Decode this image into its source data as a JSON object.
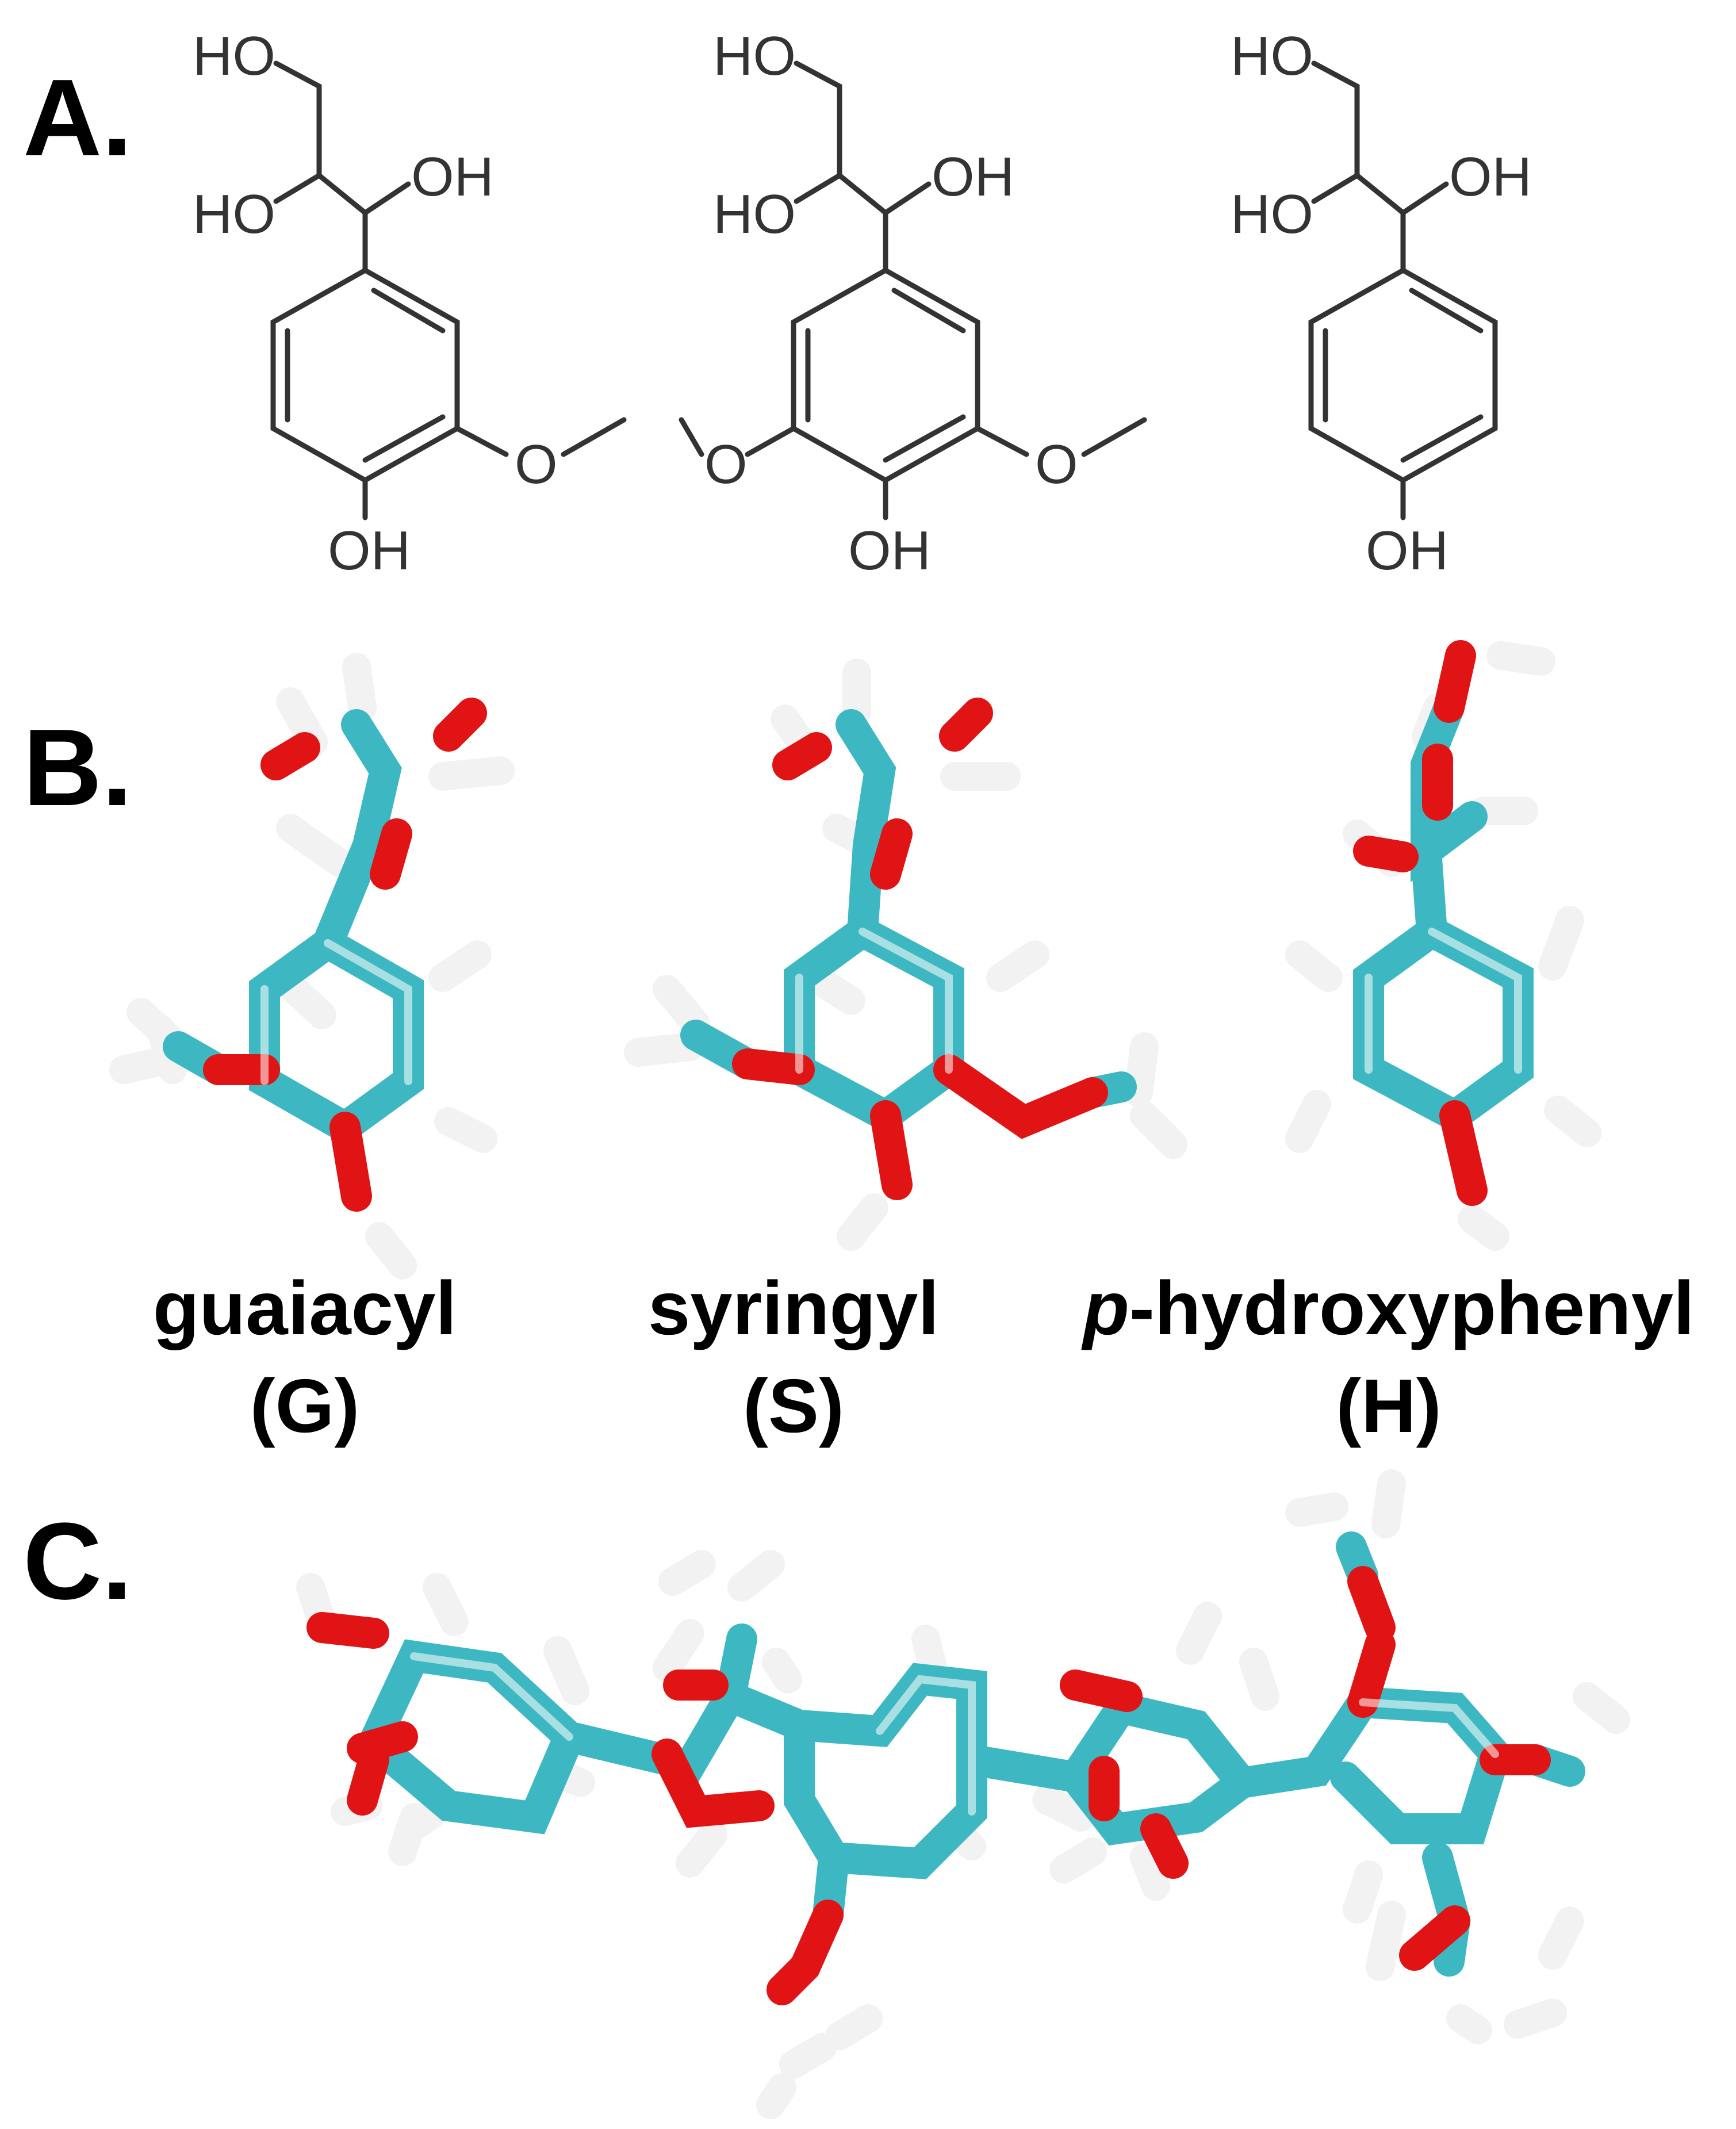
{
  "panels": {
    "a": {
      "letter": "A."
    },
    "b": {
      "letter": "B."
    },
    "c": {
      "letter": "C."
    }
  },
  "structures_2d": {
    "guaiacyl": {
      "top_oh": "HO",
      "left_oh": "HO",
      "right_oh": "OH",
      "bottom_oh": "OH",
      "methoxy_o": "O"
    },
    "syringyl": {
      "top_oh": "HO",
      "left_oh": "HO",
      "right_oh": "OH",
      "bottom_oh": "OH",
      "methoxy_o_left": "O",
      "methoxy_o_right": "O"
    },
    "p_hydroxyphenyl": {
      "top_oh": "HO",
      "left_oh": "HO",
      "right_oh": "OH",
      "bottom_oh": "OH"
    }
  },
  "monomers": [
    {
      "name": "guaiacyl",
      "abbr": "(G)"
    },
    {
      "name_prefix": "p",
      "name": "-hydroxyphenyl",
      "abbr": "(H)"
    },
    {
      "name": "syringyl",
      "abbr": "(S)"
    }
  ],
  "colors": {
    "carbon": "#3db8c2",
    "oxygen": "#e01414",
    "hydrogen": "#f2f2f2",
    "line_drawing": "#333333"
  }
}
